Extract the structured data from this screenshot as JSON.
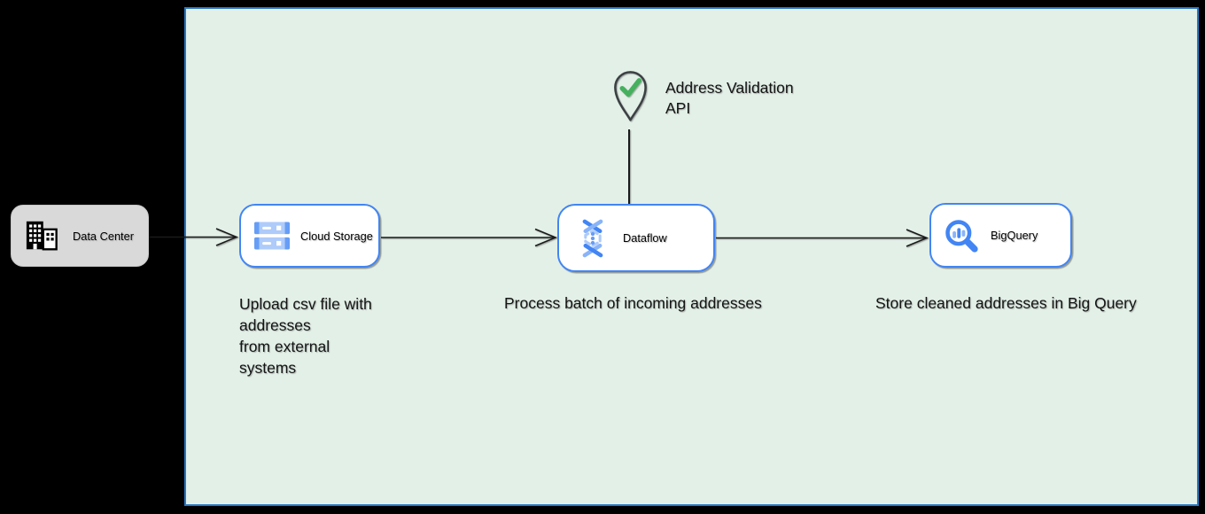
{
  "canvas": {
    "background": "#000000"
  },
  "boundary": {
    "fill": "#e3f0e8",
    "border_color": "#2778c4"
  },
  "nodes": {
    "data_center": {
      "label": "Data Center",
      "fill": "#d9d9d9",
      "icon": "building-icon"
    },
    "cloud_storage": {
      "label": "Cloud Storage",
      "fill": "#ffffff",
      "icon": "cloud-storage-icon"
    },
    "dataflow": {
      "label": "Dataflow",
      "fill": "#ffffff",
      "icon": "dataflow-icon"
    },
    "bigquery": {
      "label": "BigQuery",
      "fill": "#ffffff",
      "icon": "bigquery-icon"
    }
  },
  "marker": {
    "icon": "location-pin-check-icon",
    "label_lines": [
      "Address Validation",
      "API"
    ],
    "check_color": "#45b05e",
    "pin_stroke": "#3c4043"
  },
  "annotations": {
    "upload_lines": [
      "Upload csv file with",
      "addresses",
      "from external",
      "systems"
    ],
    "process": "Process batch of incoming addresses",
    "store": "Store cleaned addresses in Big Query"
  },
  "colors": {
    "node_border": "#4285f4",
    "icon_blue": "#4285f4",
    "icon_blue_light": "#8ab4f8",
    "icon_blue_pale": "#aecbfa",
    "arrow": "#1a1a1a"
  }
}
